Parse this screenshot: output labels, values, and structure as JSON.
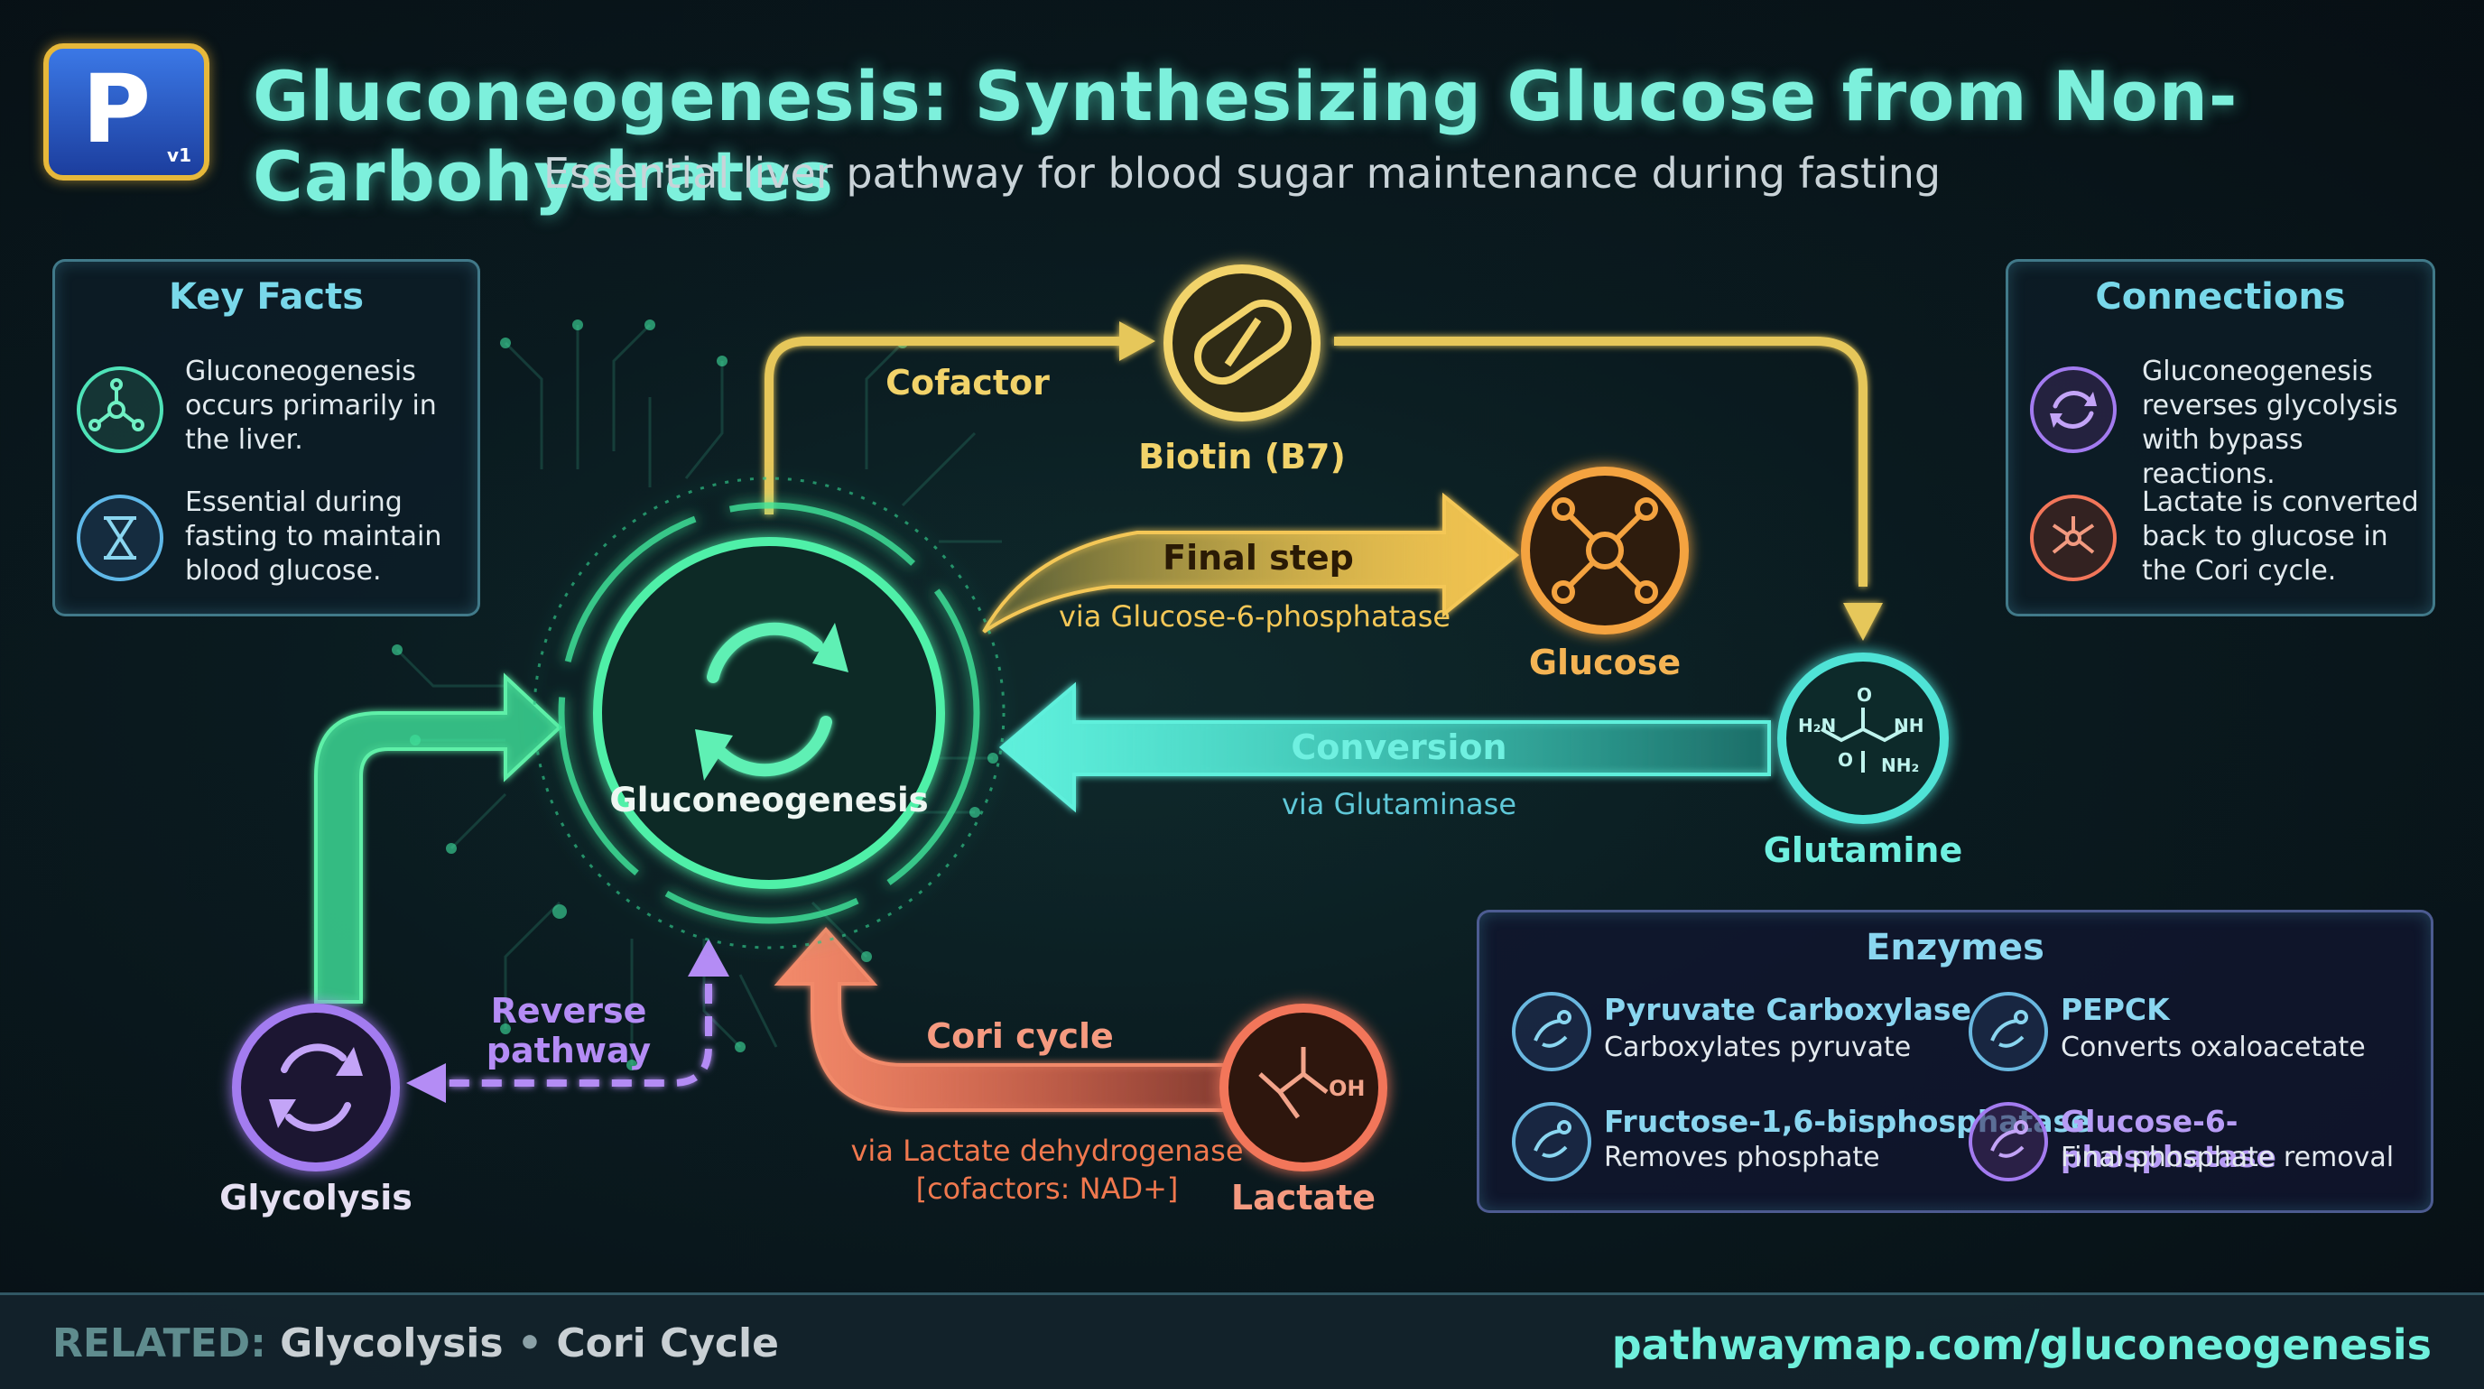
{
  "header": {
    "logo_letter": "P",
    "logo_version": "v1",
    "title": "Gluconeogenesis: Synthesizing Glucose from Non-Carbohydrates",
    "subtitle": "Essential liver pathway for blood sugar maintenance during fasting"
  },
  "key_facts": {
    "title": "Key Facts",
    "items": [
      {
        "icon": "molecule-icon",
        "text": "Gluconeogenesis occurs primarily in the liver."
      },
      {
        "icon": "hourglass-icon",
        "text": "Essential during fasting to maintain blood glucose."
      }
    ]
  },
  "connections": {
    "title": "Connections",
    "items": [
      {
        "icon": "cycle-icon",
        "text": "Gluconeogenesis reverses glycolysis with bypass reactions."
      },
      {
        "icon": "molecule-icon",
        "text": "Lactate is converted back to glucose in the Cori cycle."
      }
    ]
  },
  "diagram": {
    "center": {
      "label": "Gluconeogenesis",
      "color": "#3fe39a"
    },
    "nodes": {
      "biotin": {
        "label": "Biotin (B7)",
        "color": "#f2d36a"
      },
      "glucose": {
        "label": "Glucose",
        "color": "#f4a340"
      },
      "glutamine": {
        "label": "Glutamine",
        "color": "#4fe3d6"
      },
      "lactate": {
        "label": "Lactate",
        "color": "#f2765a"
      },
      "glycolysis": {
        "label": "Glycolysis",
        "color": "#a37bf0"
      }
    },
    "glutamine_formula": {
      "left": "H₂N",
      "right": "NH",
      "top": "O",
      "bottom": "O",
      "bottom_right": "NH₂"
    },
    "lactate_formula": {
      "right": "OH"
    },
    "edges": {
      "cofactor": {
        "label": "Cofactor"
      },
      "final_step": {
        "label": "Final step",
        "sub": "via Glucose-6-phosphatase"
      },
      "conversion": {
        "label": "Conversion",
        "sub": "via Glutaminase"
      },
      "cori": {
        "label": "Cori cycle",
        "sub1": "via Lactate dehydrogenase",
        "sub2": "[cofactors: NAD+]"
      },
      "reverse": {
        "label1": "Reverse",
        "label2": "pathway"
      }
    }
  },
  "enzymes": {
    "title": "Enzymes",
    "items": [
      {
        "name": "Pyruvate Carboxylase",
        "desc": "Carboxylates pyruvate",
        "color": "#8ad6f0"
      },
      {
        "name": "PEPCK",
        "desc": "Converts oxaloacetate",
        "color": "#8ad6f0"
      },
      {
        "name": "Fructose-1,6-bisphosphatase",
        "desc": "Removes phosphate",
        "color": "#8ad6f0"
      },
      {
        "name": "Glucose-6-phosphatase",
        "desc": "Final phosphate removal",
        "color": "#b79cf5"
      }
    ]
  },
  "footer": {
    "related_label": "RELATED:",
    "related_1": "Glycolysis",
    "separator": "•",
    "related_2": "Cori Cycle",
    "url": "pathwaymap.com/gluconeogenesis"
  }
}
